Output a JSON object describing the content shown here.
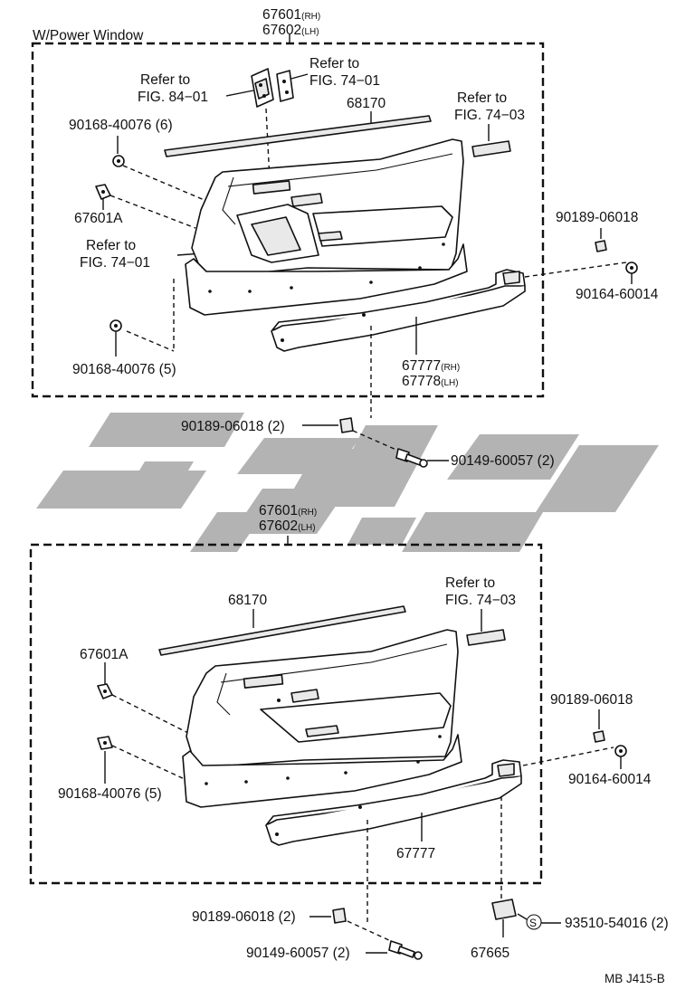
{
  "top_section": {
    "title": "W/Power Window",
    "part_rh": "67601",
    "part_rh_suffix": "(RH)",
    "part_lh": "67602",
    "part_lh_suffix": "(LH)",
    "refer_84_01_line1": "Refer to",
    "refer_84_01_line2": "FIG. 84−01",
    "refer_74_01_a_line1": "Refer to",
    "refer_74_01_a_line2": "FIG. 74−01",
    "refer_74_03_line1": "Refer to",
    "refer_74_03_line2": "FIG. 74−03",
    "refer_74_01_b_line1": "Refer to",
    "refer_74_01_b_line2": "FIG. 74−01",
    "weatherstrip": "68170",
    "clip_top": "90168-40076 (6)",
    "clip_bottom": "90168-40076 (5)",
    "fastener": "67601A",
    "nut": "90189-06018",
    "screw": "90164-60014",
    "armrest_rh": "67777",
    "armrest_rh_suffix": "(RH)",
    "armrest_lh": "67778",
    "armrest_lh_suffix": "(LH)"
  },
  "middle": {
    "nut_pair": "90189-06018 (2)",
    "bolt_pair": "90149-60057 (2)"
  },
  "bottom_section": {
    "part_rh": "67601",
    "part_rh_suffix": "(RH)",
    "part_lh": "67602",
    "part_lh_suffix": "(LH)",
    "weatherstrip": "68170",
    "refer_74_03_line1": "Refer to",
    "refer_74_03_line2": "FIG. 74−03",
    "fastener": "67601A",
    "clip": "90168-40076 (5)",
    "nut": "90189-06018",
    "screw": "90164-60014",
    "armrest": "67777",
    "nut_pair": "90189-06018 (2)",
    "bolt_pair": "90149-60057 (2)",
    "seal_symbol": "S",
    "seal_part": "93510-54016 (2)",
    "cover": "67665"
  },
  "footer": {
    "code": "MB J415-B"
  },
  "watermark": {
    "color": "#b3b3b3"
  }
}
